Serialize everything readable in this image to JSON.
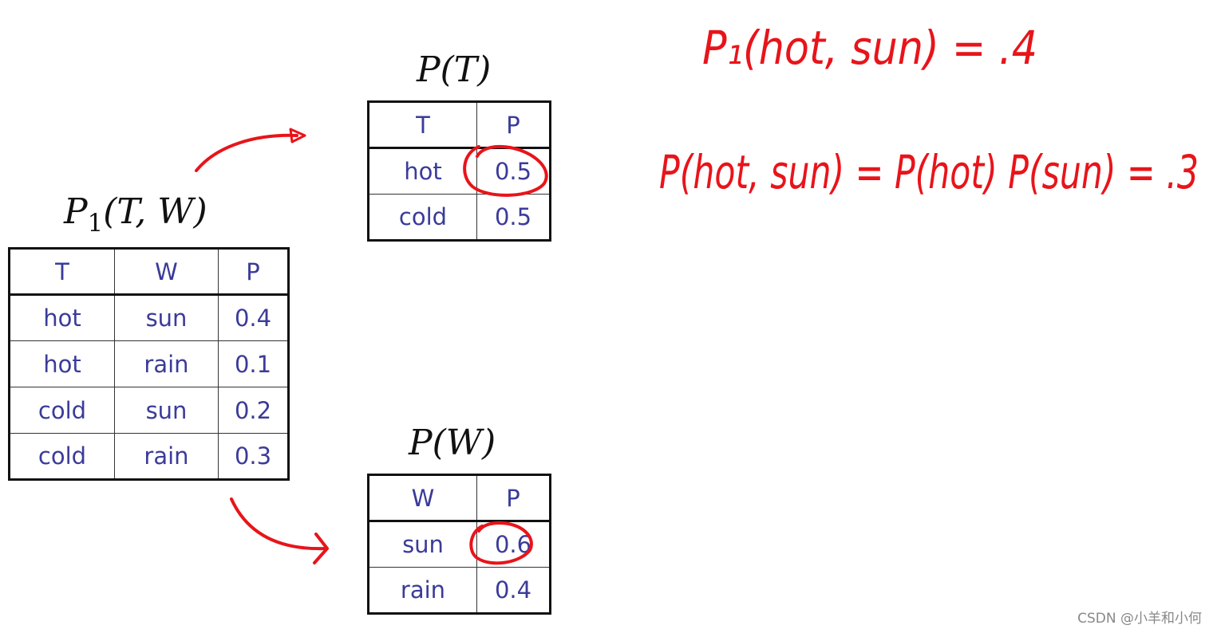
{
  "joint": {
    "title_prefix": "P",
    "title_sub": "1",
    "title_args": "(T, W)",
    "headers": [
      "T",
      "W",
      "P"
    ],
    "rows": [
      [
        "hot",
        "sun",
        "0.4"
      ],
      [
        "hot",
        "rain",
        "0.1"
      ],
      [
        "cold",
        "sun",
        "0.2"
      ],
      [
        "cold",
        "rain",
        "0.3"
      ]
    ]
  },
  "marginal_t": {
    "title": "P(T)",
    "headers": [
      "T",
      "P"
    ],
    "rows": [
      [
        "hot",
        "0.5"
      ],
      [
        "cold",
        "0.5"
      ]
    ]
  },
  "marginal_w": {
    "title": "P(W)",
    "headers": [
      "W",
      "P"
    ],
    "rows": [
      [
        "sun",
        "0.6"
      ],
      [
        "rain",
        "0.4"
      ]
    ]
  },
  "annotations": {
    "line1": "P₁(hot, sun) = .4",
    "line2": "P(hot, sun) = P(hot) P(sun) = .3"
  },
  "colors": {
    "ink": "#e8141a",
    "cell_text": "#3b3b9a"
  },
  "watermark": "CSDN @小羊和小何"
}
